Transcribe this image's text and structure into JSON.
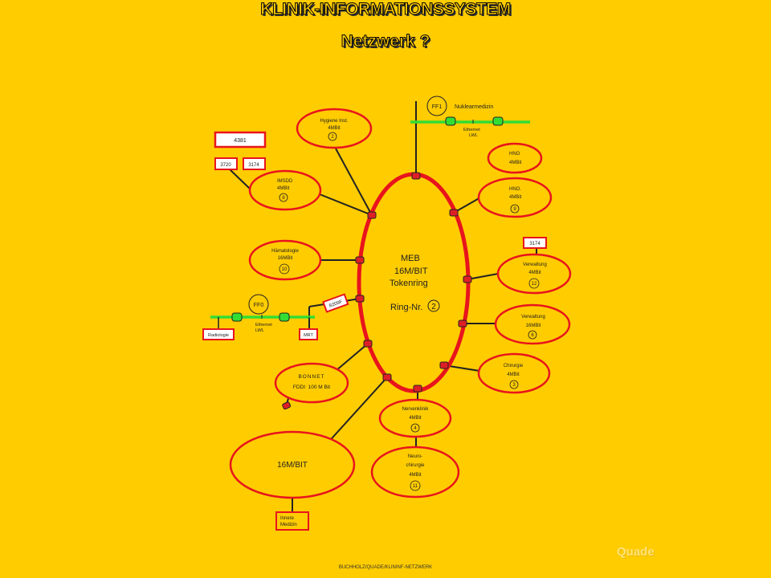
{
  "header": {
    "title": "KLINIK-INFORMATIONSSYSTEM",
    "subtitle": "Netzwerk ?"
  },
  "ring": {
    "name": "MEB",
    "speed": "16M/BIT",
    "type": "Tokenring",
    "ring_label": "Ring-Nr.",
    "ring_number": "2"
  },
  "nodes": {
    "hygiene": {
      "name": "Hygiene Inst.",
      "speed": "4MBit",
      "number": "2"
    },
    "imsdd": {
      "name": "IMSDD",
      "speed": "4MBit",
      "number": "8"
    },
    "haematologie": {
      "name": "Hämatologie",
      "speed": "16MBit",
      "number": "10"
    },
    "hno1": {
      "name": "HNO",
      "speed": "4MBit"
    },
    "hno2": {
      "name": "HNO.",
      "speed": "4MBit",
      "number": "9"
    },
    "verwaltung1": {
      "name": "Verwaltung",
      "speed": "4MBit",
      "number": "12"
    },
    "verwaltung2": {
      "name": "Verwaltung",
      "speed": "16MBit",
      "number": "6"
    },
    "chirurgie": {
      "name": "Chirurgie",
      "speed": "4MBit",
      "number": "3"
    },
    "nervenklinik": {
      "name": "Nervenklinik",
      "speed": "4MBit",
      "number": "4"
    },
    "neurochirurgie": {
      "name1": "Neuro-",
      "name2": "chirurgie",
      "speed": "4MBit",
      "number": "11"
    },
    "bonnet": {
      "name": "BONNET",
      "speed": "FDDI  100 M Bit"
    },
    "big_ring": {
      "label": "16M/BIT"
    }
  },
  "boxes": {
    "host_4381": "4381",
    "box_3720": "3720",
    "box_3174_left": "3174",
    "box_3174_right": "3174",
    "box_8209": "8209F",
    "radiologie": "Radiologie",
    "mrt": "MRT",
    "innere_line1": "Innere",
    "innere_line2": "Medizin"
  },
  "ethernet": {
    "ff1": "FF1",
    "nuklear": "Nuklearmedizin",
    "ff1_line1": "Ethernet",
    "ff1_line2": "LWL",
    "ff0": "FF0",
    "ff0_line1": "Ethernet",
    "ff0_line2": "LWL"
  },
  "watermark": "Quade",
  "footer": "BUCHHOLZ/QUADE/KLININF-NETZWERK",
  "colors": {
    "background": "#FFCC00",
    "ring": "#E8141C",
    "ethernet": "#33DD33",
    "connector": "#DD1F26"
  }
}
